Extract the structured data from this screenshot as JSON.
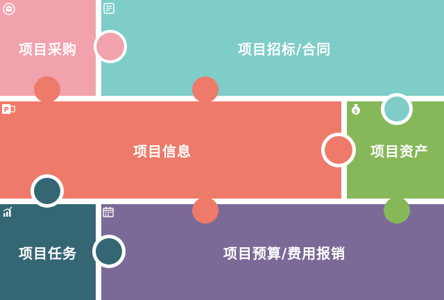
{
  "pieces": {
    "procurement": {
      "label": "项目采购",
      "icon": "people-group-icon",
      "color": "#F2A2AC"
    },
    "bidding": {
      "label": "项目招标/合同",
      "icon": "document-list-icon",
      "color": "#7ECDC8"
    },
    "info": {
      "label": "项目信息",
      "icon": "presentation-p-icon",
      "color": "#EE7A6A"
    },
    "assets": {
      "label": "项目资产",
      "icon": "money-bag-icon",
      "color": "#86B85A"
    },
    "tasks": {
      "label": "项目任务",
      "icon": "bar-chart-up-icon",
      "color": "#356674"
    },
    "budget": {
      "label": "项目预算/费用报销",
      "icon": "calendar-icon",
      "color": "#7B6A98"
    }
  },
  "colors": {
    "gap": "#ffffff"
  }
}
